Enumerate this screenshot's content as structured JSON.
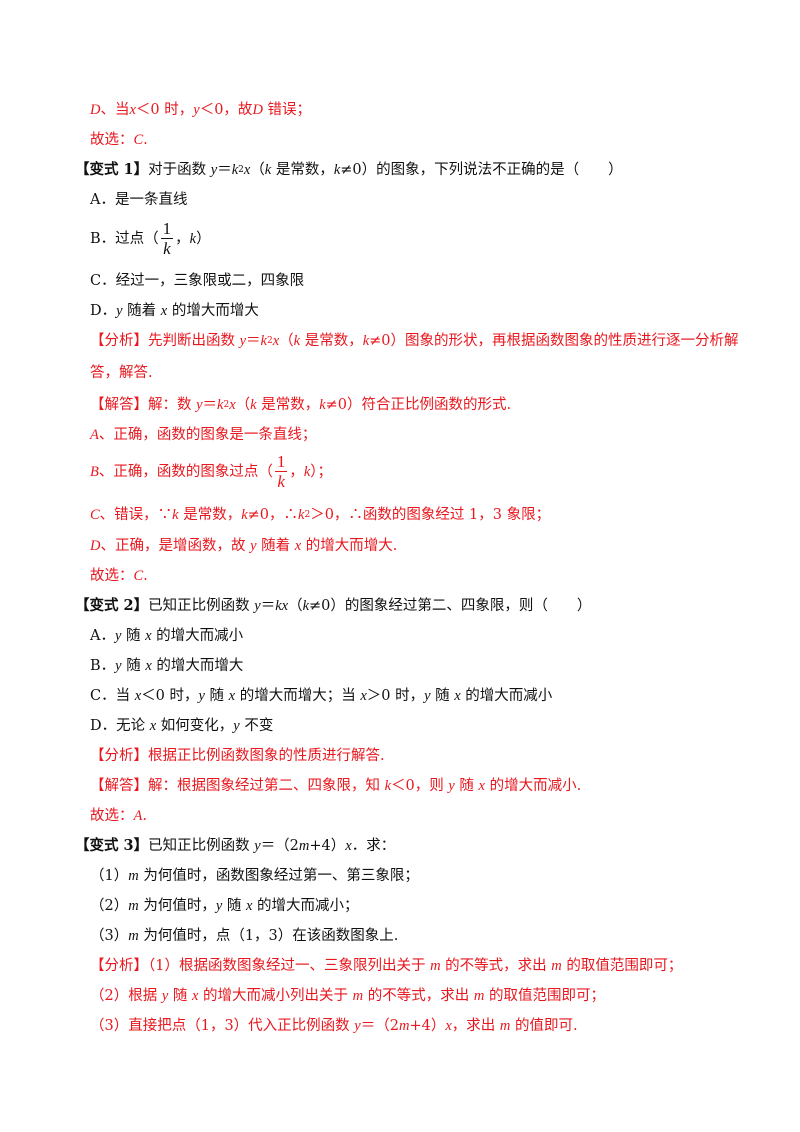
{
  "page": {
    "colors": {
      "analysis_text": "#e8171e",
      "body_text": "#111111",
      "background": "#ffffff"
    }
  },
  "lines": {
    "l1": {
      "a": "D",
      "b": "、当",
      "c": "x",
      "d": "＜0 时，",
      "e": "y",
      "f": "＜0，故",
      "g": "D",
      "h": " 错误；"
    },
    "l2": {
      "a": "故选：",
      "b": "C",
      "c": "."
    },
    "l3": {
      "a": "【变式 1】",
      "b": "对于函数 ",
      "c": "y",
      "d": "＝",
      "e": "k",
      "f": "2",
      "g": "x",
      "h": "（",
      "i": "k",
      "j": " 是常数，",
      "k": "k",
      "l": "≠0）的图象，下列说法不正确的是（　　）"
    },
    "l4": {
      "a": "A．是一条直线"
    },
    "l5": {
      "a": "B．过点（",
      "num": "1",
      "den": "k",
      "b": "，",
      "c": "k",
      "d": "）"
    },
    "l6": {
      "a": "C．经过一，三象限或二，四象限"
    },
    "l7": {
      "a": "D．",
      "b": "y",
      "c": " 随着 ",
      "d": "x",
      "e": " 的增大而增大"
    },
    "l8": {
      "a": "【分析】",
      "b": "先判断出函数 ",
      "c": "y",
      "d": "＝",
      "e": "k",
      "f": "2",
      "g": "x",
      "h": "（",
      "i": "k",
      "j": " 是常数，",
      "k": "k",
      "l": "≠0）图象的形状，再根据函数图象的性质进行逐一分析解"
    },
    "l9": {
      "a": "答，解答."
    },
    "l10": {
      "a": "【解答】",
      "b": "解：数 ",
      "c": "y",
      "d": "＝",
      "e": "k",
      "f": "2",
      "g": "x",
      "h": "（",
      "i": "k",
      "j": " 是常数，",
      "k": "k",
      "l": "≠0）符合正比例函数的形式."
    },
    "l11": {
      "a": "A",
      "b": "、正确，函数的图象是一条直线；"
    },
    "l12": {
      "a": "B",
      "b": "、正确，函数的图象过点（",
      "num": "1",
      "den": "k",
      "c": "，",
      "d": "k",
      "e": "）；"
    },
    "l13": {
      "a": "C",
      "b": "、错误，∵",
      "c": "k",
      "d": " 是常数，",
      "e": "k",
      "f": "≠0，∴",
      "g": "k",
      "h": "2",
      "i": "＞0，∴函数的图象经过 1，3 象限；"
    },
    "l14": {
      "a": "D",
      "b": "、正确，是增函数，故 ",
      "c": "y",
      "d": " 随着 ",
      "e": "x",
      "f": " 的增大而增大."
    },
    "l15": {
      "a": "故选：",
      "b": "C",
      "c": "."
    },
    "l16": {
      "a": "【变式 2】",
      "b": "已知正比例函数 ",
      "c": "y",
      "d": "＝",
      "e": "kx",
      "f": "（",
      "g": "k",
      "h": "≠0）的图象经过第二、四象限，则（　　）"
    },
    "l17": {
      "a": "A．",
      "b": "y",
      "c": " 随 ",
      "d": "x",
      "e": " 的增大而减小"
    },
    "l18": {
      "a": "B．",
      "b": "y",
      "c": " 随 ",
      "d": "x",
      "e": " 的增大而增大"
    },
    "l19": {
      "a": "C．当 ",
      "b": "x",
      "c": "＜0 时，",
      "d": "y",
      "e": " 随 ",
      "f": "x",
      "g": " 的增大而增大；当 ",
      "h": "x",
      "i": "＞0 时，",
      "j": "y",
      "k": " 随 ",
      "l": "x",
      "m": " 的增大而减小"
    },
    "l20": {
      "a": "D．无论 ",
      "b": "x",
      "c": " 如何变化，",
      "d": "y",
      "e": " 不变"
    },
    "l21": {
      "a": "【分析】",
      "b": "根据正比例函数图象的性质进行解答."
    },
    "l22": {
      "a": "【解答】",
      "b": "解：根据图象经过第二、四象限，知 ",
      "c": "k",
      "d": "＜0，则 ",
      "e": "y",
      "f": " 随 ",
      "g": "x",
      "h": " 的增大而减小."
    },
    "l23": {
      "a": "故选：",
      "b": "A",
      "c": "."
    },
    "l24": {
      "a": "【变式 3】",
      "b": "已知正比例函数 ",
      "c": "y",
      "d": "＝（2",
      "e": "m",
      "f": "+4）",
      "g": "x",
      "h": "．求："
    },
    "l25": {
      "a": "（1）",
      "b": "m",
      "c": " 为何值时，函数图象经过第一、第三象限；"
    },
    "l26": {
      "a": "（2）",
      "b": "m",
      "c": " 为何值时，",
      "d": "y",
      "e": " 随 ",
      "f": "x",
      "g": " 的增大而减小；"
    },
    "l27": {
      "a": "（3）",
      "b": "m",
      "c": " 为何值时，点（1，3）在该函数图象上."
    },
    "l28": {
      "a": "【分析】",
      "b": "（1）根据函数图象经过一、三象限列出关于 ",
      "c": "m",
      "d": " 的不等式，求出 ",
      "e": "m",
      "f": " 的取值范围即可；"
    },
    "l29": {
      "a": "（2）根据 ",
      "b": "y",
      "c": " 随 ",
      "d": "x",
      "e": " 的增大而减小列出关于 ",
      "f": "m",
      "g": " 的不等式，求出 ",
      "h": "m",
      "i": " 的取值范围即可；"
    },
    "l30": {
      "a": "（3）直接把点（1，3）代入正比例函数 ",
      "b": "y",
      "c": "＝（2",
      "d": "m",
      "e": "+4）",
      "f": "x",
      "g": "，求出 ",
      "h": "m",
      "i": " 的值即可."
    }
  }
}
